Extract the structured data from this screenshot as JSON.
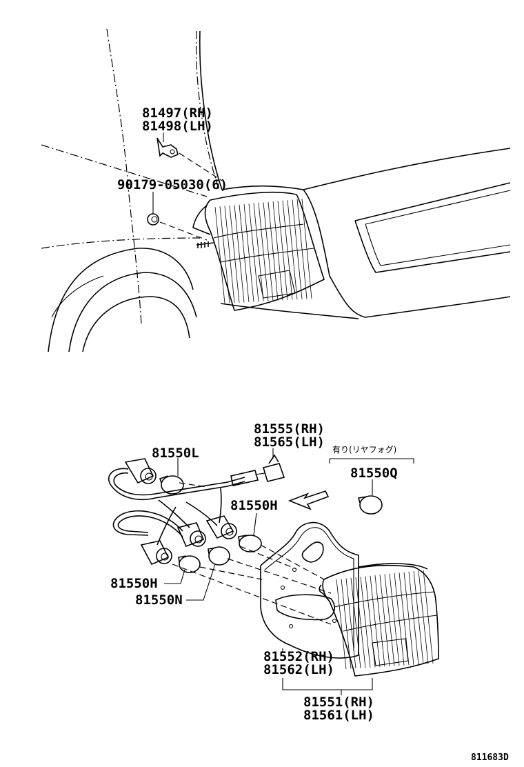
{
  "labels": {
    "retainer_rh": "81497(RH)",
    "retainer_lh": "81498(LH)",
    "nut": "90179-05030(6)",
    "bulb_l": "81550L",
    "socket_rh": "81555(RH)",
    "socket_lh": "81565(LH)",
    "fog_note": "有り(リヤフォグ)",
    "bulb_q": "81550Q",
    "bulb_h_top": "81550H",
    "bulb_h_left": "81550H",
    "bulb_n": "81550N",
    "gasket_rh": "81552(RH)",
    "gasket_lh": "81562(LH)",
    "lamp_rh": "81551(RH)",
    "lamp_lh": "81561(LH)",
    "diagram_id": "811683D"
  }
}
